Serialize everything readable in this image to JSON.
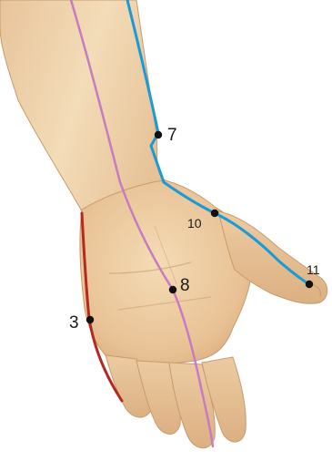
{
  "diagram": {
    "colors": {
      "background": "#ffffff",
      "skin_light": "#f1d7b2",
      "skin_mid": "#e4bc8f",
      "skin_shadow": "#c99a6c",
      "skin_outline": "#b98a5e",
      "meridian_blue": "#1a9ad6",
      "meridian_pink": "#c77bc1",
      "meridian_red": "#b7281e",
      "point_fill": "#111111",
      "label_text": "#1a1a1a"
    },
    "meridians": [
      {
        "id": "blue-meridian",
        "color": "#1a9ad6"
      },
      {
        "id": "pink-meridian",
        "color": "#c77bc1"
      },
      {
        "id": "red-meridian",
        "color": "#b7281e"
      }
    ],
    "points": [
      {
        "id": "point-7",
        "label": "7",
        "meridian": "blue-meridian"
      },
      {
        "id": "point-10",
        "label": "10",
        "meridian": "blue-meridian"
      },
      {
        "id": "point-11",
        "label": "11",
        "meridian": "blue-meridian"
      },
      {
        "id": "point-8",
        "label": "8",
        "meridian": "pink-meridian"
      },
      {
        "id": "point-3",
        "label": "3",
        "meridian": "red-meridian"
      }
    ]
  }
}
